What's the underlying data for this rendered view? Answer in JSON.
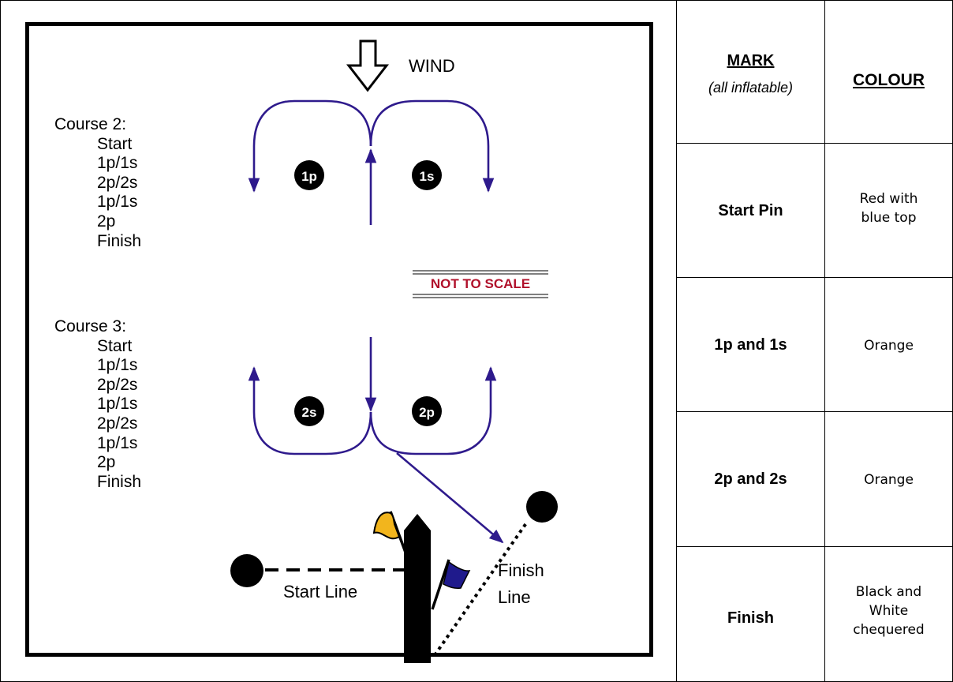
{
  "wind_label": "WIND",
  "not_to_scale": "NOT TO SCALE",
  "course2": {
    "title": "Course 2:",
    "legs": [
      "Start",
      "1p/1s",
      "2p/2s",
      "1p/1s",
      "2p",
      "Finish"
    ]
  },
  "course3": {
    "title": "Course 3:",
    "legs": [
      "Start",
      "1p/1s",
      "2p/2s",
      "1p/1s",
      "2p/2s",
      "1p/1s",
      "2p",
      "Finish"
    ]
  },
  "marks": {
    "m1p": "1p",
    "m1s": "1s",
    "m2s": "2s",
    "m2p": "2p"
  },
  "lines": {
    "start": "Start Line",
    "finish_line1": "Finish",
    "finish_line2": "Line"
  },
  "table": {
    "header_mark": "MARK",
    "header_mark_sub": "(all inflatable)",
    "header_colour": "COLOUR",
    "rows": [
      {
        "mark": "Start Pin",
        "colour": [
          "Red with",
          "blue top"
        ]
      },
      {
        "mark": "1p and 1s",
        "colour": [
          "Orange"
        ]
      },
      {
        "mark": "2p and 2s",
        "colour": [
          "Orange"
        ]
      },
      {
        "mark": "Finish",
        "colour": [
          "Black and",
          "White",
          "chequered"
        ]
      }
    ]
  },
  "colors": {
    "course_line": "#2e1a8c",
    "flag_yellow": "#f2b51d",
    "flag_blue": "#1f1a8c",
    "not_to_scale_red": "#b0102a"
  }
}
